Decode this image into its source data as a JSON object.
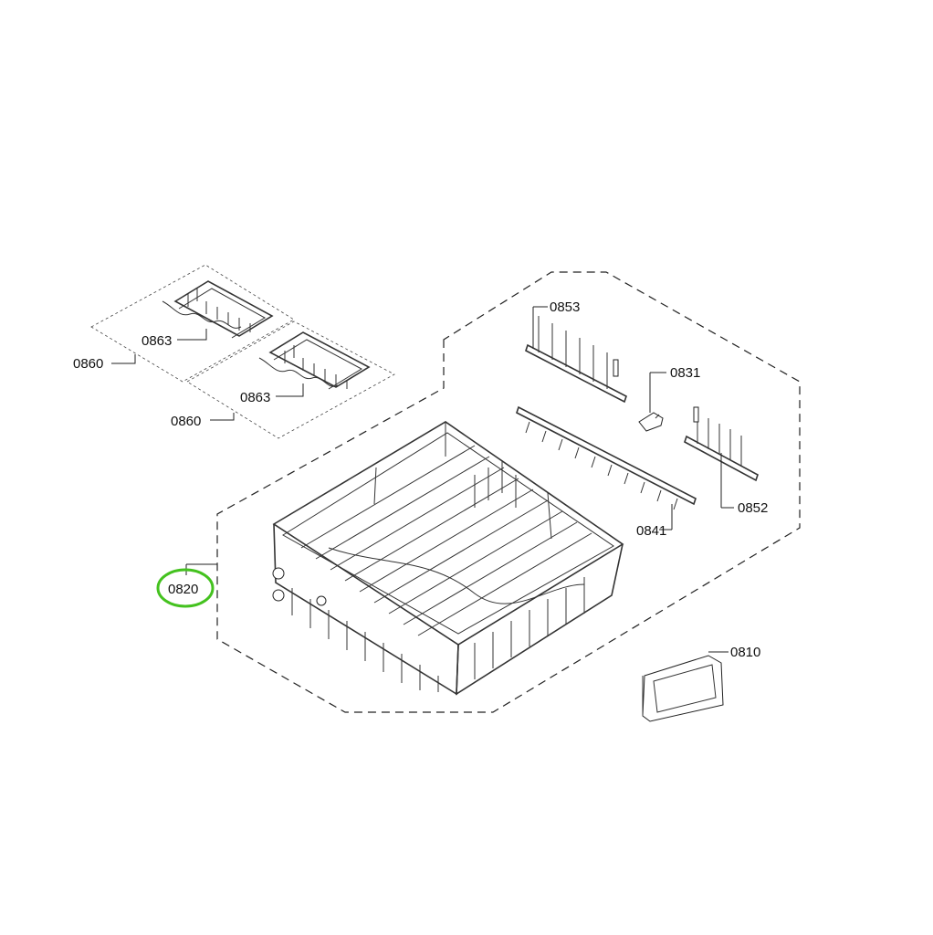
{
  "callouts": {
    "c0853": "0853",
    "c0831": "0831",
    "c0852": "0852",
    "c0841": "0841",
    "c0820": "0820",
    "c0810": "0810",
    "c0863a": "0863",
    "c0863b": "0863",
    "c0860a": "0860",
    "c0860b": "0860"
  },
  "colors": {
    "highlight": "#44c21f",
    "line": "#222222"
  }
}
